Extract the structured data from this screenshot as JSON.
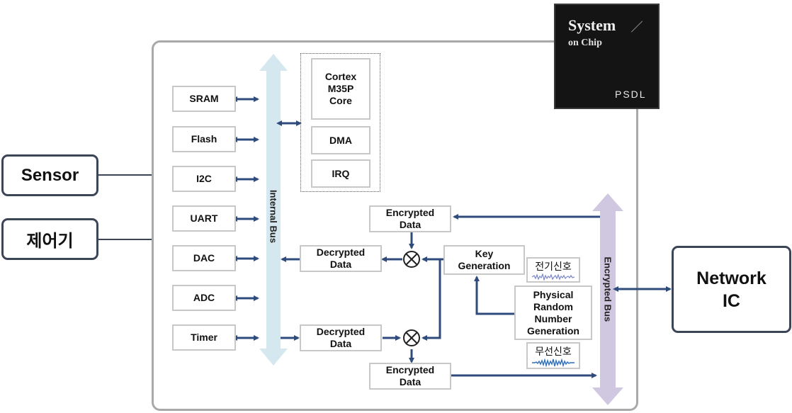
{
  "external": {
    "sensor": "Sensor",
    "controller": "제어기",
    "network_ic": "Network\nIC"
  },
  "soc_badge": {
    "title": "System",
    "subtitle": "on Chip",
    "logo": "PSDL"
  },
  "buses": {
    "internal": "Internal Bus",
    "encrypted": "Encrypted Bus"
  },
  "peripherals": [
    "SRAM",
    "Flash",
    "I2C",
    "UART",
    "DAC",
    "ADC",
    "Timer"
  ],
  "cpu": {
    "core": "Cortex\nM35P\nCore",
    "dma": "DMA",
    "irq": "IRQ"
  },
  "crypto": {
    "encrypted_data_top": "Encrypted\nData",
    "decrypted_data_top": "Decrypted\nData",
    "decrypted_data_bottom": "Decrypted\nData",
    "encrypted_data_bottom": "Encrypted\nData",
    "key_generation": "Key\nGeneration",
    "prng": "Physical\nRandom\nNumber\nGeneration",
    "electric_signal": "전기신호",
    "wireless_signal": "무선신호"
  },
  "colors": {
    "internal_bus": "#d5e8f0",
    "encrypted_bus": "#cfc8e0",
    "arrow": "#2f4b7c",
    "box_border": "#c8c8c8",
    "external_border": "#3c4556"
  }
}
